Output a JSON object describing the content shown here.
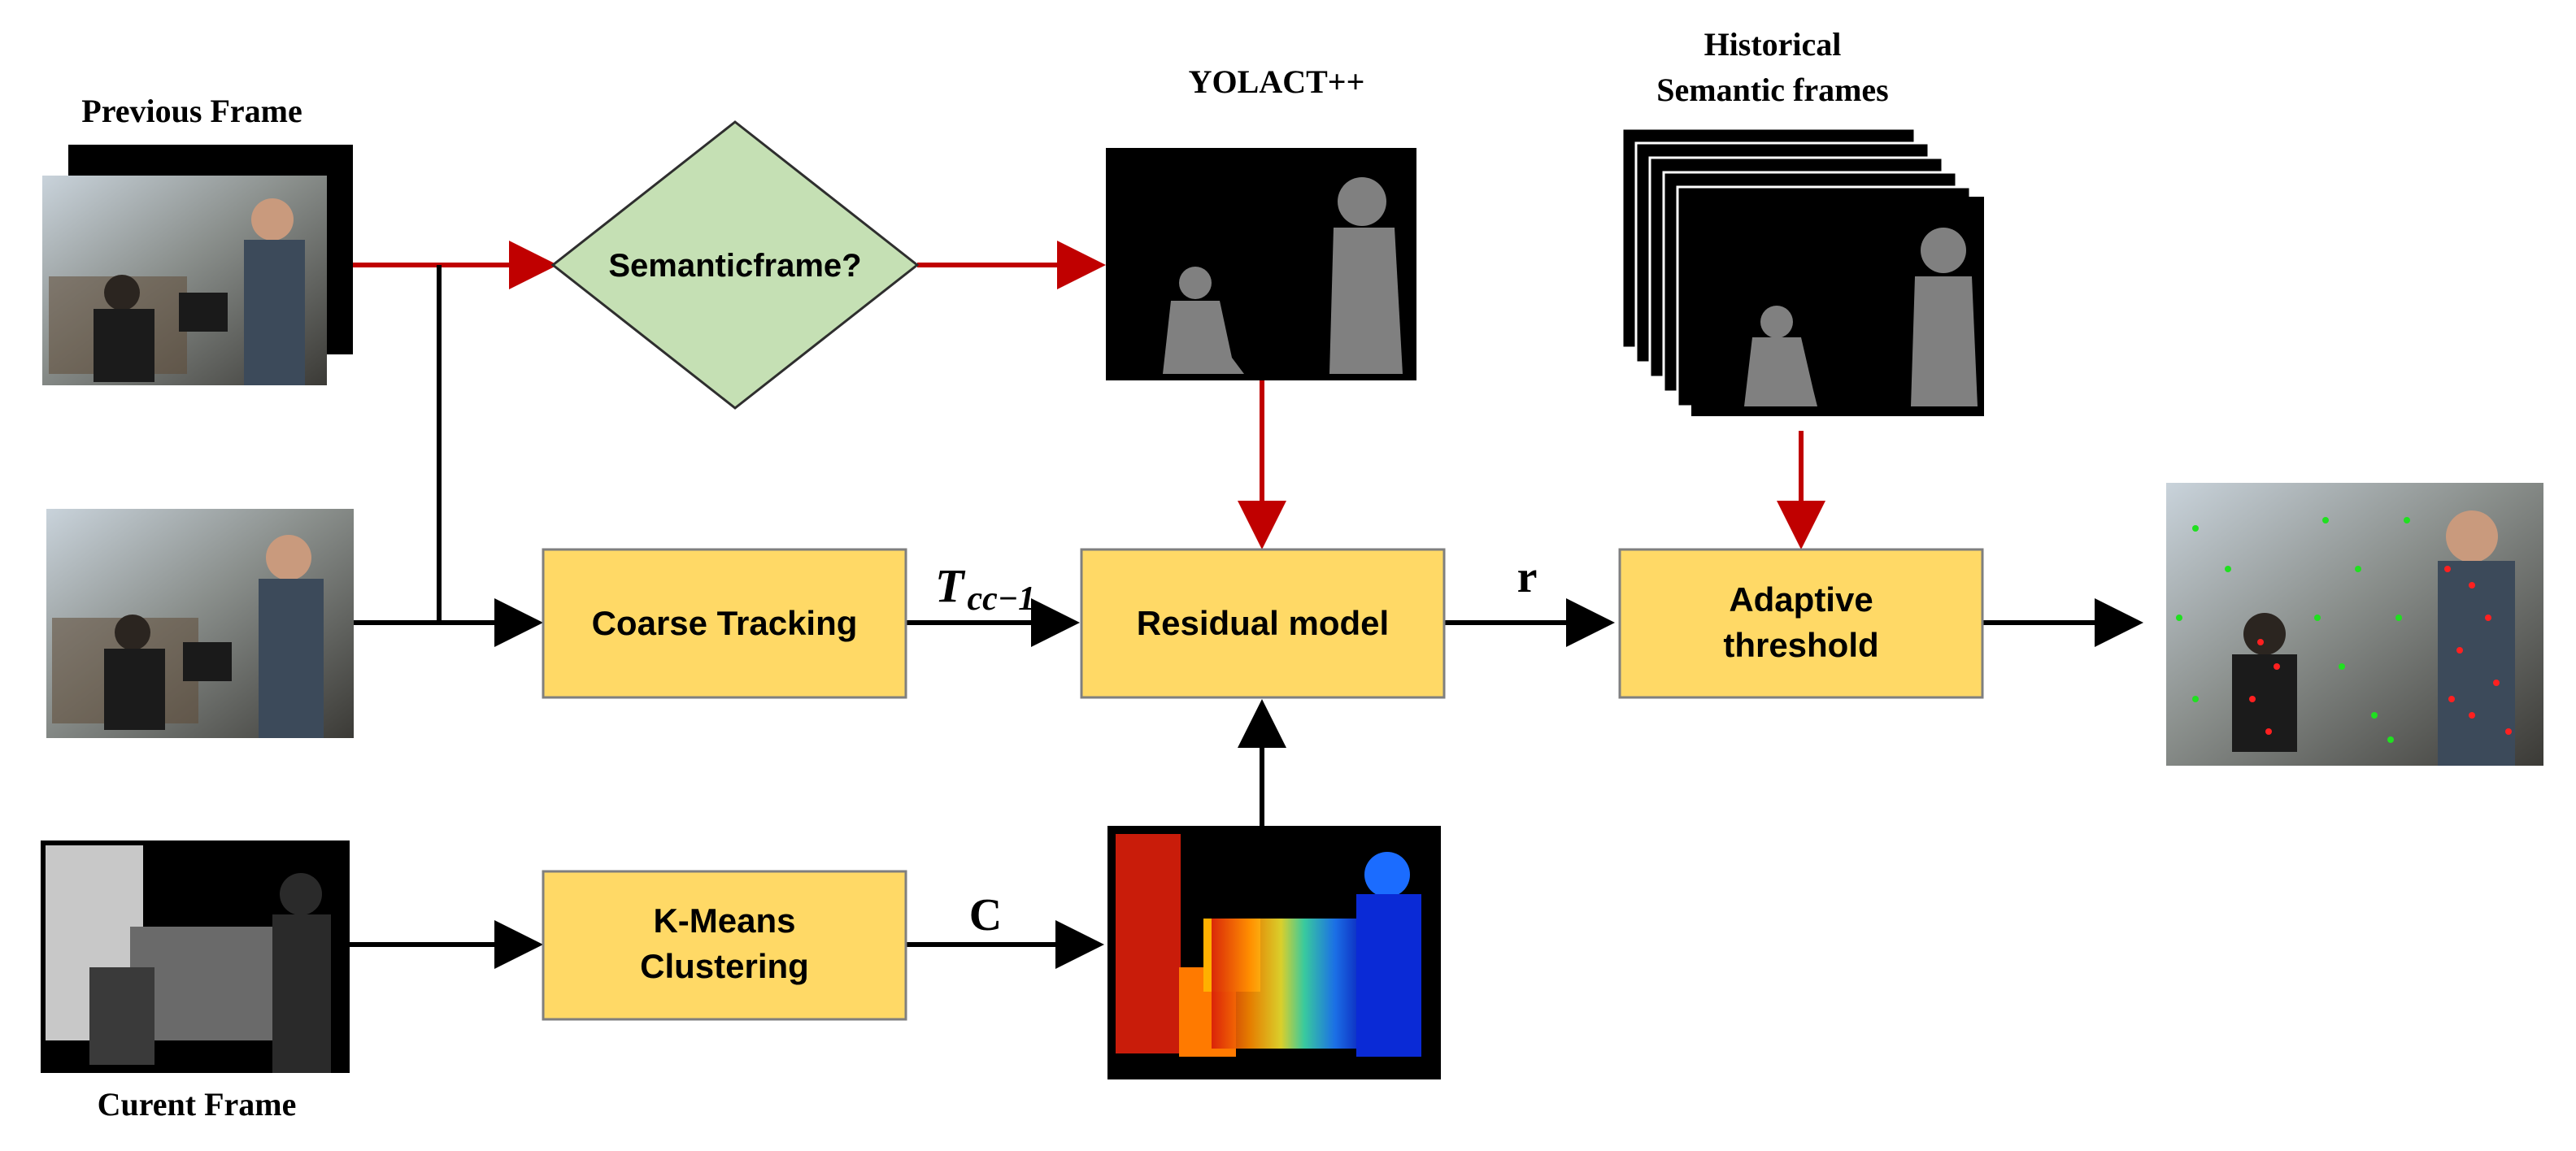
{
  "labels": {
    "previous_frame": "Previous Frame",
    "current_frame": "Curent Frame",
    "yolact": "YOLACT++",
    "historical_line1": "Historical",
    "historical_line2": "Semantic frames"
  },
  "nodes": {
    "semantic_decision": "Semanticframe?",
    "coarse_tracking": "Coarse Tracking",
    "residual_model": "Residual model",
    "adaptive_threshold_line1": "Adaptive",
    "adaptive_threshold_line2": "threshold",
    "kmeans_line1": "K-Means",
    "kmeans_line2": "Clustering"
  },
  "edge_labels": {
    "transform_symbol": "T",
    "transform_subscript": "cc−1",
    "residual_symbol": "r",
    "cluster_symbol": "C"
  },
  "colors": {
    "box_fill": "#FFD966",
    "box_stroke": "#7F7F7F",
    "diamond_fill": "#C5E0B4",
    "diamond_stroke": "#2E2E2E",
    "red_arrow": "#C00000",
    "black_arrow": "#000000"
  }
}
